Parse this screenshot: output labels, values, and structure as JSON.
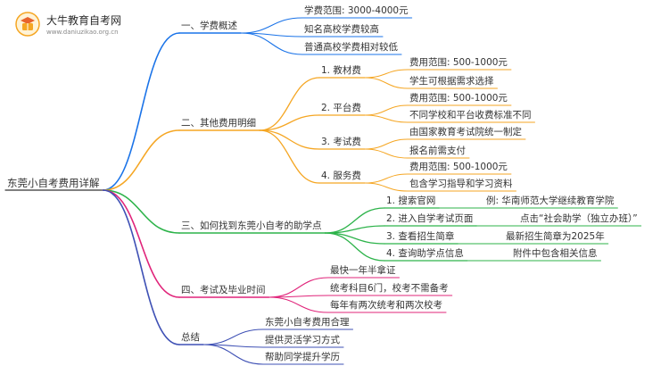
{
  "logo": {
    "title": "大牛教育自考网",
    "url": "www.daniuzikao.org.cn"
  },
  "mindmap": {
    "root": "东莞小自考费用详解",
    "branches": [
      {
        "id": "b1",
        "label": "一、学费概述",
        "color": "#1a73e8",
        "leaves": [
          "学费范围: 3000-4000元",
          "知名高校学费较高",
          "普通高校学费相对较低"
        ]
      },
      {
        "id": "b2",
        "label": "二、其他费用明细",
        "color": "#f5a623",
        "groups": [
          {
            "label": "1. 教材费",
            "leaves": [
              "费用范围: 500-1000元",
              "学生可根据需求选择"
            ]
          },
          {
            "label": "2. 平台费",
            "leaves": [
              "费用范围: 500-1000元",
              "不同学校和平台收费标准不同"
            ]
          },
          {
            "label": "3. 考试费",
            "leaves": [
              "由国家教育考试院统一制定",
              "报名前需支付"
            ]
          },
          {
            "label": "4. 服务费",
            "leaves": [
              "费用范围: 500-1000元",
              "包含学习指导和学习资料"
            ]
          }
        ]
      },
      {
        "id": "b3",
        "label": "三、如何找到东莞小自考的助学点",
        "color": "#2db34a",
        "groups": [
          {
            "label": "1. 搜索官网",
            "leaves": [
              "例: 华南师范大学继续教育学院"
            ]
          },
          {
            "label": "2. 进入自学考试页面",
            "leaves": [
              "点击“社会助学（独立办班）”"
            ]
          },
          {
            "label": "3. 查看招生简章",
            "leaves": [
              "最新招生简章为2025年"
            ]
          },
          {
            "label": "4. 查询助学点信息",
            "leaves": [
              "附件中包含相关信息"
            ]
          }
        ]
      },
      {
        "id": "b4",
        "label": "四、考试及毕业时间",
        "color": "#e0247a",
        "leaves": [
          "最快一年半拿证",
          "统考科目6门，校考不需备考",
          "每年有两次统考和两次校考"
        ]
      },
      {
        "id": "b5",
        "label": "总结",
        "color": "#3f51b5",
        "leaves": [
          "东莞小自考费用合理",
          "提供灵活学习方式",
          "帮助同学提升学历"
        ]
      }
    ]
  }
}
